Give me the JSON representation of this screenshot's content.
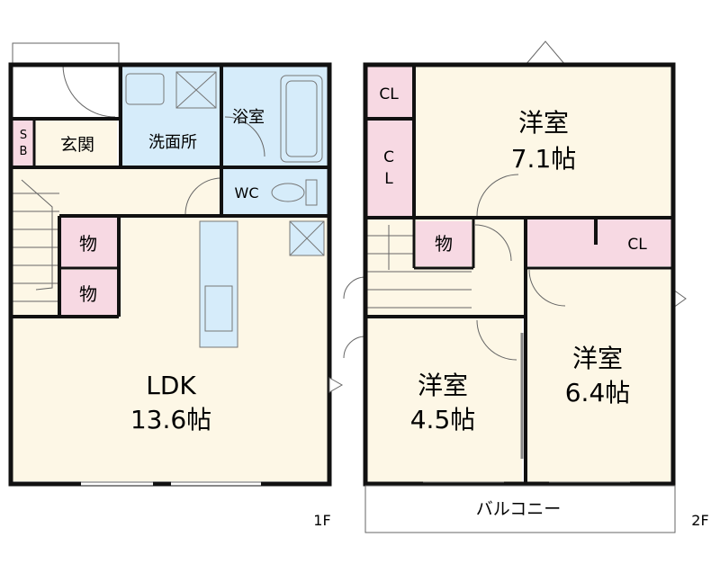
{
  "floor1": {
    "floor_label": "1F",
    "rooms": {
      "sb_top": "S",
      "sb_bottom": "B",
      "entrance": "玄関",
      "washroom": "洗面所",
      "bath": "浴室",
      "wc": "WC",
      "storage1": "物",
      "storage2": "物",
      "ldk_name": "LDK",
      "ldk_size": "13.6帖"
    }
  },
  "floor2": {
    "floor_label": "2F",
    "rooms": {
      "cl_small": "CL",
      "cl_tall_top": "C",
      "cl_tall_bottom": "L",
      "room_a_name": "洋室",
      "room_a_size": "7.1帖",
      "storage": "物",
      "cl_wide": "CL",
      "room_b_name": "洋室",
      "room_b_size": "6.4帖",
      "room_c_name": "洋室",
      "room_c_size": "4.5帖",
      "balcony": "バルコニー"
    }
  },
  "colors": {
    "wall": "#111111",
    "closet_pink": "#f7d9e3",
    "wet_blue": "#d6ecfa",
    "room_cream": "#fdf7e6",
    "line": "#555555"
  }
}
